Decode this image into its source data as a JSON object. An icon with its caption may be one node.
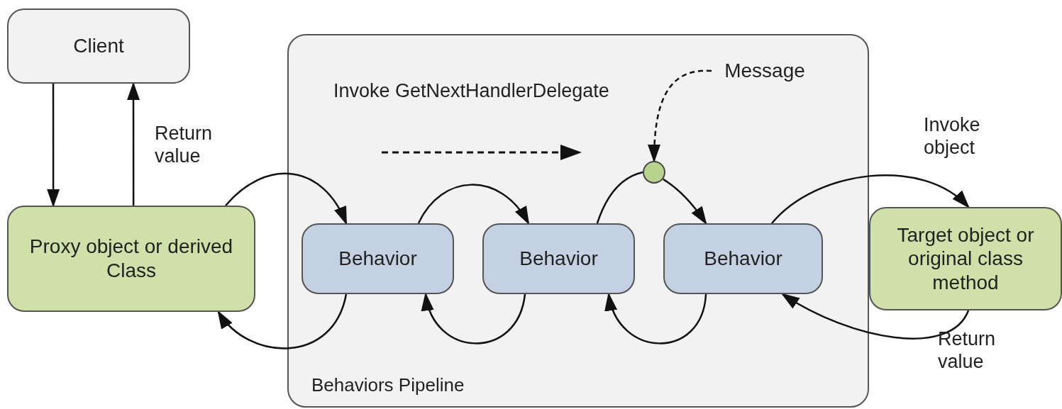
{
  "diagram": {
    "nodes": [
      {
        "text": [
          "Client"
        ]
      },
      {
        "text": [
          "Proxy object or derived Class"
        ]
      },
      {
        "text": [
          "Behaviors Pipeline"
        ]
      },
      {
        "text": [
          "Behavior"
        ],
        "in": 2
      },
      {
        "text": [
          "Behavior"
        ],
        "in": 2
      },
      {
        "text": [
          "Behavior"
        ],
        "in": 2
      },
      {
        "text": [
          "Target object or original class method"
        ]
      },
      {
        "text": [
          "Message"
        ],
        "in": 2
      },
      {
        "text": [],
        "shape": "circle",
        "in": 2
      }
    ],
    "edges": [
      {
        "from": 0,
        "to": 1,
        "arrow": "to"
      },
      {
        "from": 1,
        "to": 0,
        "arrow": "to",
        "label": "Return value"
      },
      {
        "from": 1,
        "to": 3,
        "arrow": "to"
      },
      {
        "from": 3,
        "to": 4,
        "arrow": "to"
      },
      {
        "from": 4,
        "to": 8,
        "arrow": "none"
      },
      {
        "from": 8,
        "to": 5,
        "arrow": "to"
      },
      {
        "from": 7,
        "to": 8,
        "arrow": "to",
        "style": "dashed"
      },
      {
        "from": 5,
        "to": 6,
        "arrow": "to",
        "label": "Invoke object"
      },
      {
        "from": 6,
        "to": 5,
        "arrow": "to",
        "label": "Return value"
      },
      {
        "from": 5,
        "to": 4,
        "arrow": "to"
      },
      {
        "from": 4,
        "to": 3,
        "arrow": "to"
      },
      {
        "from": 3,
        "to": 1,
        "arrow": "to"
      }
    ],
    "labels": [
      "Invoke GetNextHandlerDelegate"
    ]
  }
}
